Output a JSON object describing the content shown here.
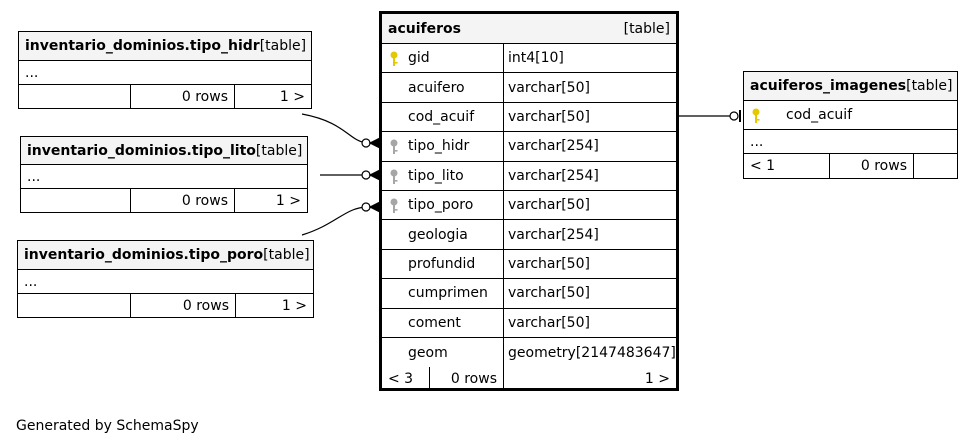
{
  "colors": {
    "primary_key": "#e6c800",
    "foreign_key": "#a6a6a6",
    "header_bg": "#f4f4f4"
  },
  "tables": {
    "tipo_hidr": {
      "name": "inventario_dominios.tipo_hidr",
      "kind": "[table]",
      "columns_placeholder": "...",
      "rows": "0 rows",
      "children": "1 >"
    },
    "tipo_lito": {
      "name": "inventario_dominios.tipo_lito",
      "kind": "[table]",
      "columns_placeholder": "...",
      "rows": "0 rows",
      "children": "1 >"
    },
    "tipo_poro": {
      "name": "inventario_dominios.tipo_poro",
      "kind": "[table]",
      "columns_placeholder": "...",
      "rows": "0 rows",
      "children": "1 >"
    },
    "acuiferos": {
      "name": "acuiferos",
      "kind": "[table]",
      "columns": [
        {
          "name": "gid",
          "type": "int4[10]",
          "icon": "primary-key-icon"
        },
        {
          "name": "acuifero",
          "type": "varchar[50]",
          "icon": ""
        },
        {
          "name": "cod_acuif",
          "type": "varchar[50]",
          "icon": ""
        },
        {
          "name": "tipo_hidr",
          "type": "varchar[254]",
          "icon": "foreign-key-icon"
        },
        {
          "name": "tipo_lito",
          "type": "varchar[254]",
          "icon": "foreign-key-icon"
        },
        {
          "name": "tipo_poro",
          "type": "varchar[50]",
          "icon": "foreign-key-icon"
        },
        {
          "name": "geologia",
          "type": "varchar[254]",
          "icon": ""
        },
        {
          "name": "profundid",
          "type": "varchar[50]",
          "icon": ""
        },
        {
          "name": "cumprimen",
          "type": "varchar[50]",
          "icon": ""
        },
        {
          "name": "coment",
          "type": "varchar[50]",
          "icon": ""
        },
        {
          "name": "geom",
          "type": "geometry[2147483647]",
          "icon": ""
        }
      ],
      "parents": "< 3",
      "rows": "0 rows",
      "children": "1 >"
    },
    "acuiferos_imagenes": {
      "name": "acuiferos_imagenes",
      "kind": "[table]",
      "columns": [
        {
          "name": "cod_acuif",
          "icon": "primary-key-icon"
        }
      ],
      "columns_placeholder": "...",
      "parents": "< 1",
      "rows": "0 rows"
    }
  },
  "footer": "Generated by SchemaSpy"
}
